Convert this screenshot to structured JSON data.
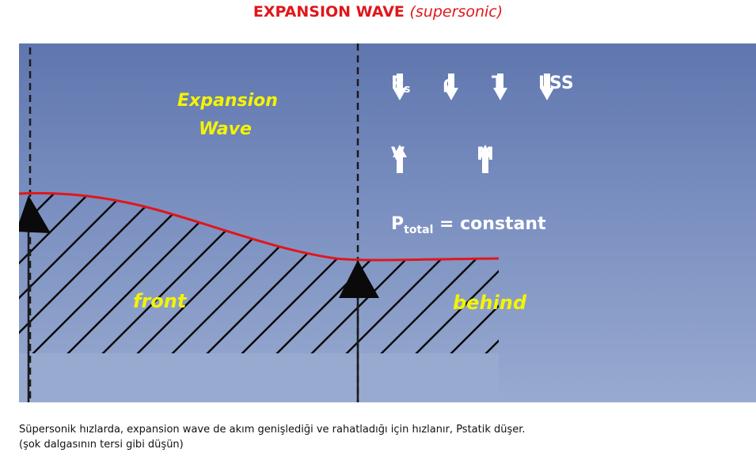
{
  "title": {
    "main": "EXPANSION WAVE",
    "sub": "(supersonic)"
  },
  "labels": {
    "wave_line1": "Expansion",
    "wave_line2": "Wave",
    "front": "front",
    "behind": "behind"
  },
  "properties": {
    "ps": {
      "symbol": "P",
      "subscript": "s",
      "trend": "down"
    },
    "rho": {
      "symbol": "ρ",
      "trend": "down"
    },
    "t": {
      "symbol": "T",
      "trend": "down"
    },
    "lss": {
      "symbol": "LSS",
      "trend": "down"
    },
    "v": {
      "symbol": "V",
      "trend": "up"
    },
    "m": {
      "symbol": "M",
      "trend": "up"
    },
    "ptotal": {
      "symbol": "P",
      "subscript": "total",
      "text": " = constant"
    }
  },
  "caption": {
    "line1": "Süpersonik hızlarda, expansion wave de akım genişlediği ve rahatladığı için hızlanır, Pstatik düşer.",
    "line2": "(şok dalgasının tersi gibi düşün)"
  },
  "colors": {
    "title": "#e0161b",
    "label_yellow": "#f4f400",
    "surface_line": "#e0161b",
    "hatch": "#0a0a0a"
  }
}
